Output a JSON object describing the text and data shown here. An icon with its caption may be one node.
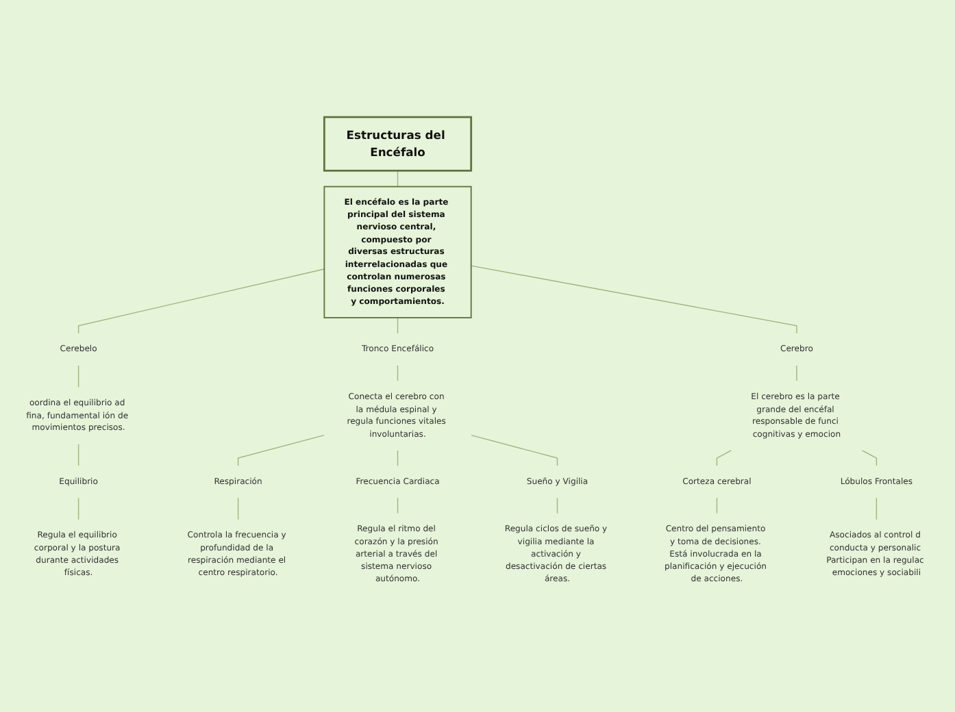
{
  "diagram": {
    "nodes": [
      {
        "text": [
          "Estructuras del Encéfalo"
        ]
      },
      {
        "text": [
          "El encéfalo es la parte principal del sistema nervioso central, compuesto por diversas estructuras interrelacionadas que controlan numerosas funciones corporales y comportamientos."
        ]
      },
      {
        "text": [
          "Cerebelo"
        ]
      },
      {
        "text": [
          "oordina el equilibrio ad fina, fundamental ión de movimientos precisos."
        ]
      },
      {
        "text": [
          "Equilibrio"
        ]
      },
      {
        "text": [
          "Regula el equilibrio corporal y la postura durante actividades físicas."
        ]
      },
      {
        "text": [
          "Tronco Encefálico"
        ]
      },
      {
        "text": [
          "Conecta el cerebro con la médula espinal y regula funciones vitales involuntarias."
        ]
      },
      {
        "text": [
          "Respiración"
        ]
      },
      {
        "text": [
          "Controla la frecuencia y profundidad de la respiración mediante el centro respiratorio."
        ]
      },
      {
        "text": [
          "Frecuencia Cardiaca"
        ]
      },
      {
        "text": [
          "Regula el ritmo del corazón y la presión arterial a través del sistema nervioso autónomo."
        ]
      },
      {
        "text": [
          "Sueño y Vigilia"
        ]
      },
      {
        "text": [
          "Regula ciclos de sueño y vigilia mediante la activación y desactivación de ciertas áreas."
        ]
      },
      {
        "text": [
          "Cerebro"
        ]
      },
      {
        "text": [
          "El cerebro es la parte grande del encéfal responsable de funci cognitivas y emocion"
        ]
      },
      {
        "text": [
          "Corteza cerebral"
        ]
      },
      {
        "text": [
          "Centro del pensamiento y toma de decisiones. Está involucrada en la planificación y ejecución de acciones."
        ]
      },
      {
        "text": [
          "Lóbulos Frontales"
        ]
      },
      {
        "text": [
          "Asociados al control d conducta y personalic Participan en la regulac emociones y sociabili"
        ]
      }
    ],
    "edges": [
      {
        "from": 0,
        "to": 1,
        "arrow": "none"
      },
      {
        "from": 1,
        "to": 2,
        "arrow": "none"
      },
      {
        "from": 1,
        "to": 6,
        "arrow": "none"
      },
      {
        "from": 1,
        "to": 14,
        "arrow": "none"
      },
      {
        "from": 2,
        "to": 3,
        "arrow": "none"
      },
      {
        "from": 3,
        "to": 4,
        "arrow": "none"
      },
      {
        "from": 4,
        "to": 5,
        "arrow": "none"
      },
      {
        "from": 6,
        "to": 7,
        "arrow": "none"
      },
      {
        "from": 7,
        "to": 8,
        "arrow": "none"
      },
      {
        "from": 7,
        "to": 10,
        "arrow": "none"
      },
      {
        "from": 7,
        "to": 12,
        "arrow": "none"
      },
      {
        "from": 8,
        "to": 9,
        "arrow": "none"
      },
      {
        "from": 10,
        "to": 11,
        "arrow": "none"
      },
      {
        "from": 12,
        "to": 13,
        "arrow": "none"
      },
      {
        "from": 14,
        "to": 15,
        "arrow": "none"
      },
      {
        "from": 15,
        "to": 16,
        "arrow": "none"
      },
      {
        "from": 15,
        "to": 18,
        "arrow": "none"
      },
      {
        "from": 16,
        "to": 17,
        "arrow": "none"
      },
      {
        "from": 18,
        "to": 19,
        "arrow": "none"
      }
    ]
  }
}
